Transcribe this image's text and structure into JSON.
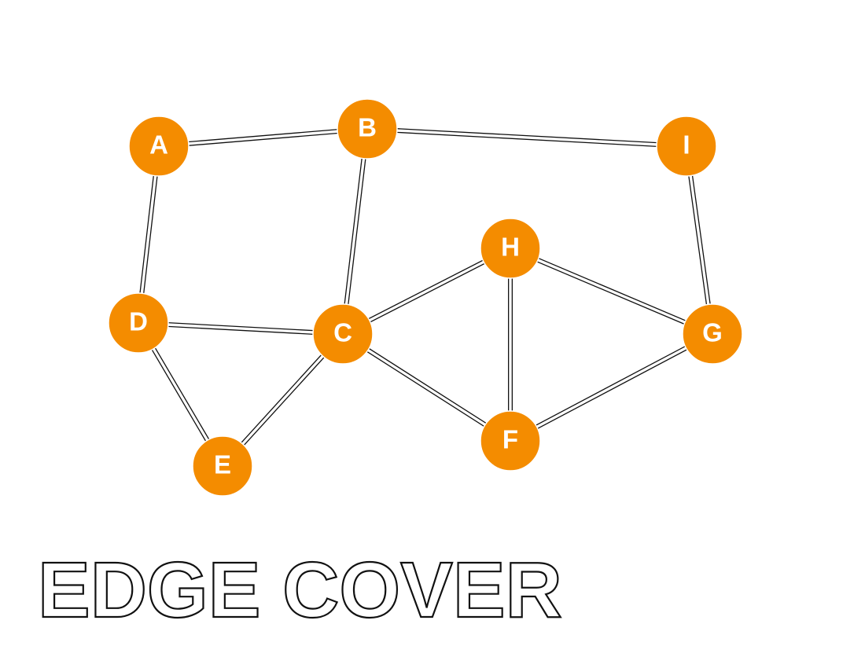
{
  "title": "EDGE COVER",
  "colors": {
    "node_fill": "#f48c00",
    "node_label": "#ffffff",
    "edge": "#111111",
    "background": "#ffffff"
  },
  "nodes": [
    {
      "id": "A",
      "label": "A"
    },
    {
      "id": "B",
      "label": "B"
    },
    {
      "id": "I",
      "label": "I"
    },
    {
      "id": "D",
      "label": "D"
    },
    {
      "id": "C",
      "label": "C"
    },
    {
      "id": "H",
      "label": "H"
    },
    {
      "id": "G",
      "label": "G"
    },
    {
      "id": "F",
      "label": "F"
    },
    {
      "id": "E",
      "label": "E"
    }
  ],
  "edges": [
    {
      "from": "A",
      "to": "B"
    },
    {
      "from": "B",
      "to": "I"
    },
    {
      "from": "A",
      "to": "D"
    },
    {
      "from": "B",
      "to": "C"
    },
    {
      "from": "I",
      "to": "G"
    },
    {
      "from": "D",
      "to": "C"
    },
    {
      "from": "D",
      "to": "E"
    },
    {
      "from": "E",
      "to": "C"
    },
    {
      "from": "C",
      "to": "H"
    },
    {
      "from": "C",
      "to": "F"
    },
    {
      "from": "H",
      "to": "F"
    },
    {
      "from": "H",
      "to": "G"
    },
    {
      "from": "F",
      "to": "G"
    }
  ]
}
